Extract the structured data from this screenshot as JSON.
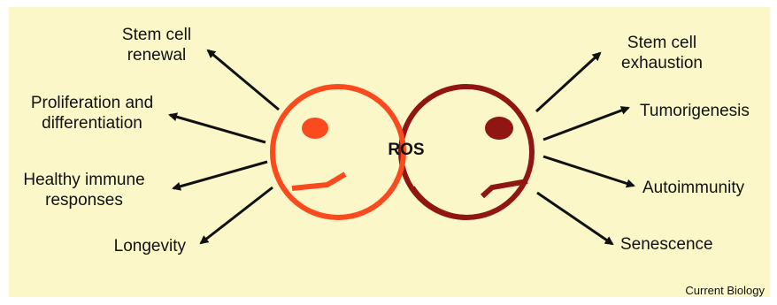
{
  "center_label": "ROS",
  "left_outcomes": [
    "Stem cell\nrenewal",
    "Proliferation and\ndifferentiation",
    "Healthy immune\nresponses",
    "Longevity"
  ],
  "right_outcomes": [
    "Stem cell\nexhaustion",
    "Tumorigenesis",
    "Autoimmunity",
    "Senescence"
  ],
  "source": "Current Biology",
  "colors": {
    "background": "#fbf7c8",
    "left_face": "#fa4a1e",
    "right_face": "#8f1612",
    "arrows": "#111111"
  }
}
